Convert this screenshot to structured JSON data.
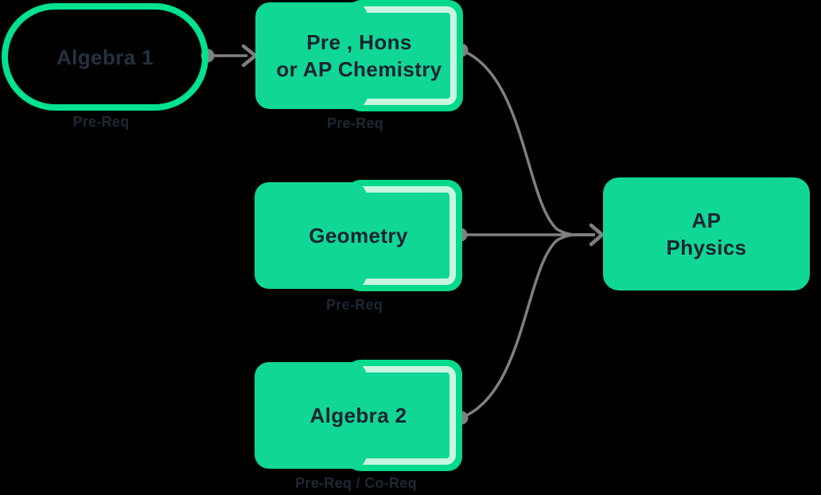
{
  "colors": {
    "green_main": "#10D795",
    "green_deep": "#00DA8A",
    "green_pale": "#C9F4E1",
    "pill_border": "#00E28F",
    "edge_gray": "#808080",
    "text_dark": "#17232F",
    "text_algebra1": "#26313E",
    "label_color": "#1D2833",
    "bg": "#000000"
  },
  "nodes": [
    {
      "id": "algebra1",
      "label": "Algebra 1",
      "shape": "pill-outline",
      "tag": "Pre-Req"
    },
    {
      "id": "chemistry",
      "label_line1": "Pre , Hons",
      "label_line2": "or AP Chemistry",
      "shape": "layered-card",
      "tag": "Pre-Req"
    },
    {
      "id": "geometry",
      "label": "Geometry",
      "shape": "layered-card",
      "tag": "Pre-Req"
    },
    {
      "id": "algebra2",
      "label": "Algebra 2",
      "shape": "layered-card",
      "tag": "Pre-Req / Co-Req"
    },
    {
      "id": "ap_physics",
      "label_line1": "AP",
      "label_line2": "Physics",
      "shape": "rounded-card"
    }
  ],
  "edges": [
    {
      "from": "Algebra 1",
      "to": "Pre , Hons or AP Chemistry",
      "relation": "Pre-Req"
    },
    {
      "from": "Pre , Hons or AP Chemistry",
      "to": "AP Physics",
      "relation": "Pre-Req"
    },
    {
      "from": "Geometry",
      "to": "AP Physics",
      "relation": "Pre-Req"
    },
    {
      "from": "Algebra 2",
      "to": "AP Physics",
      "relation": "Pre-Req / Co-Req"
    }
  ]
}
